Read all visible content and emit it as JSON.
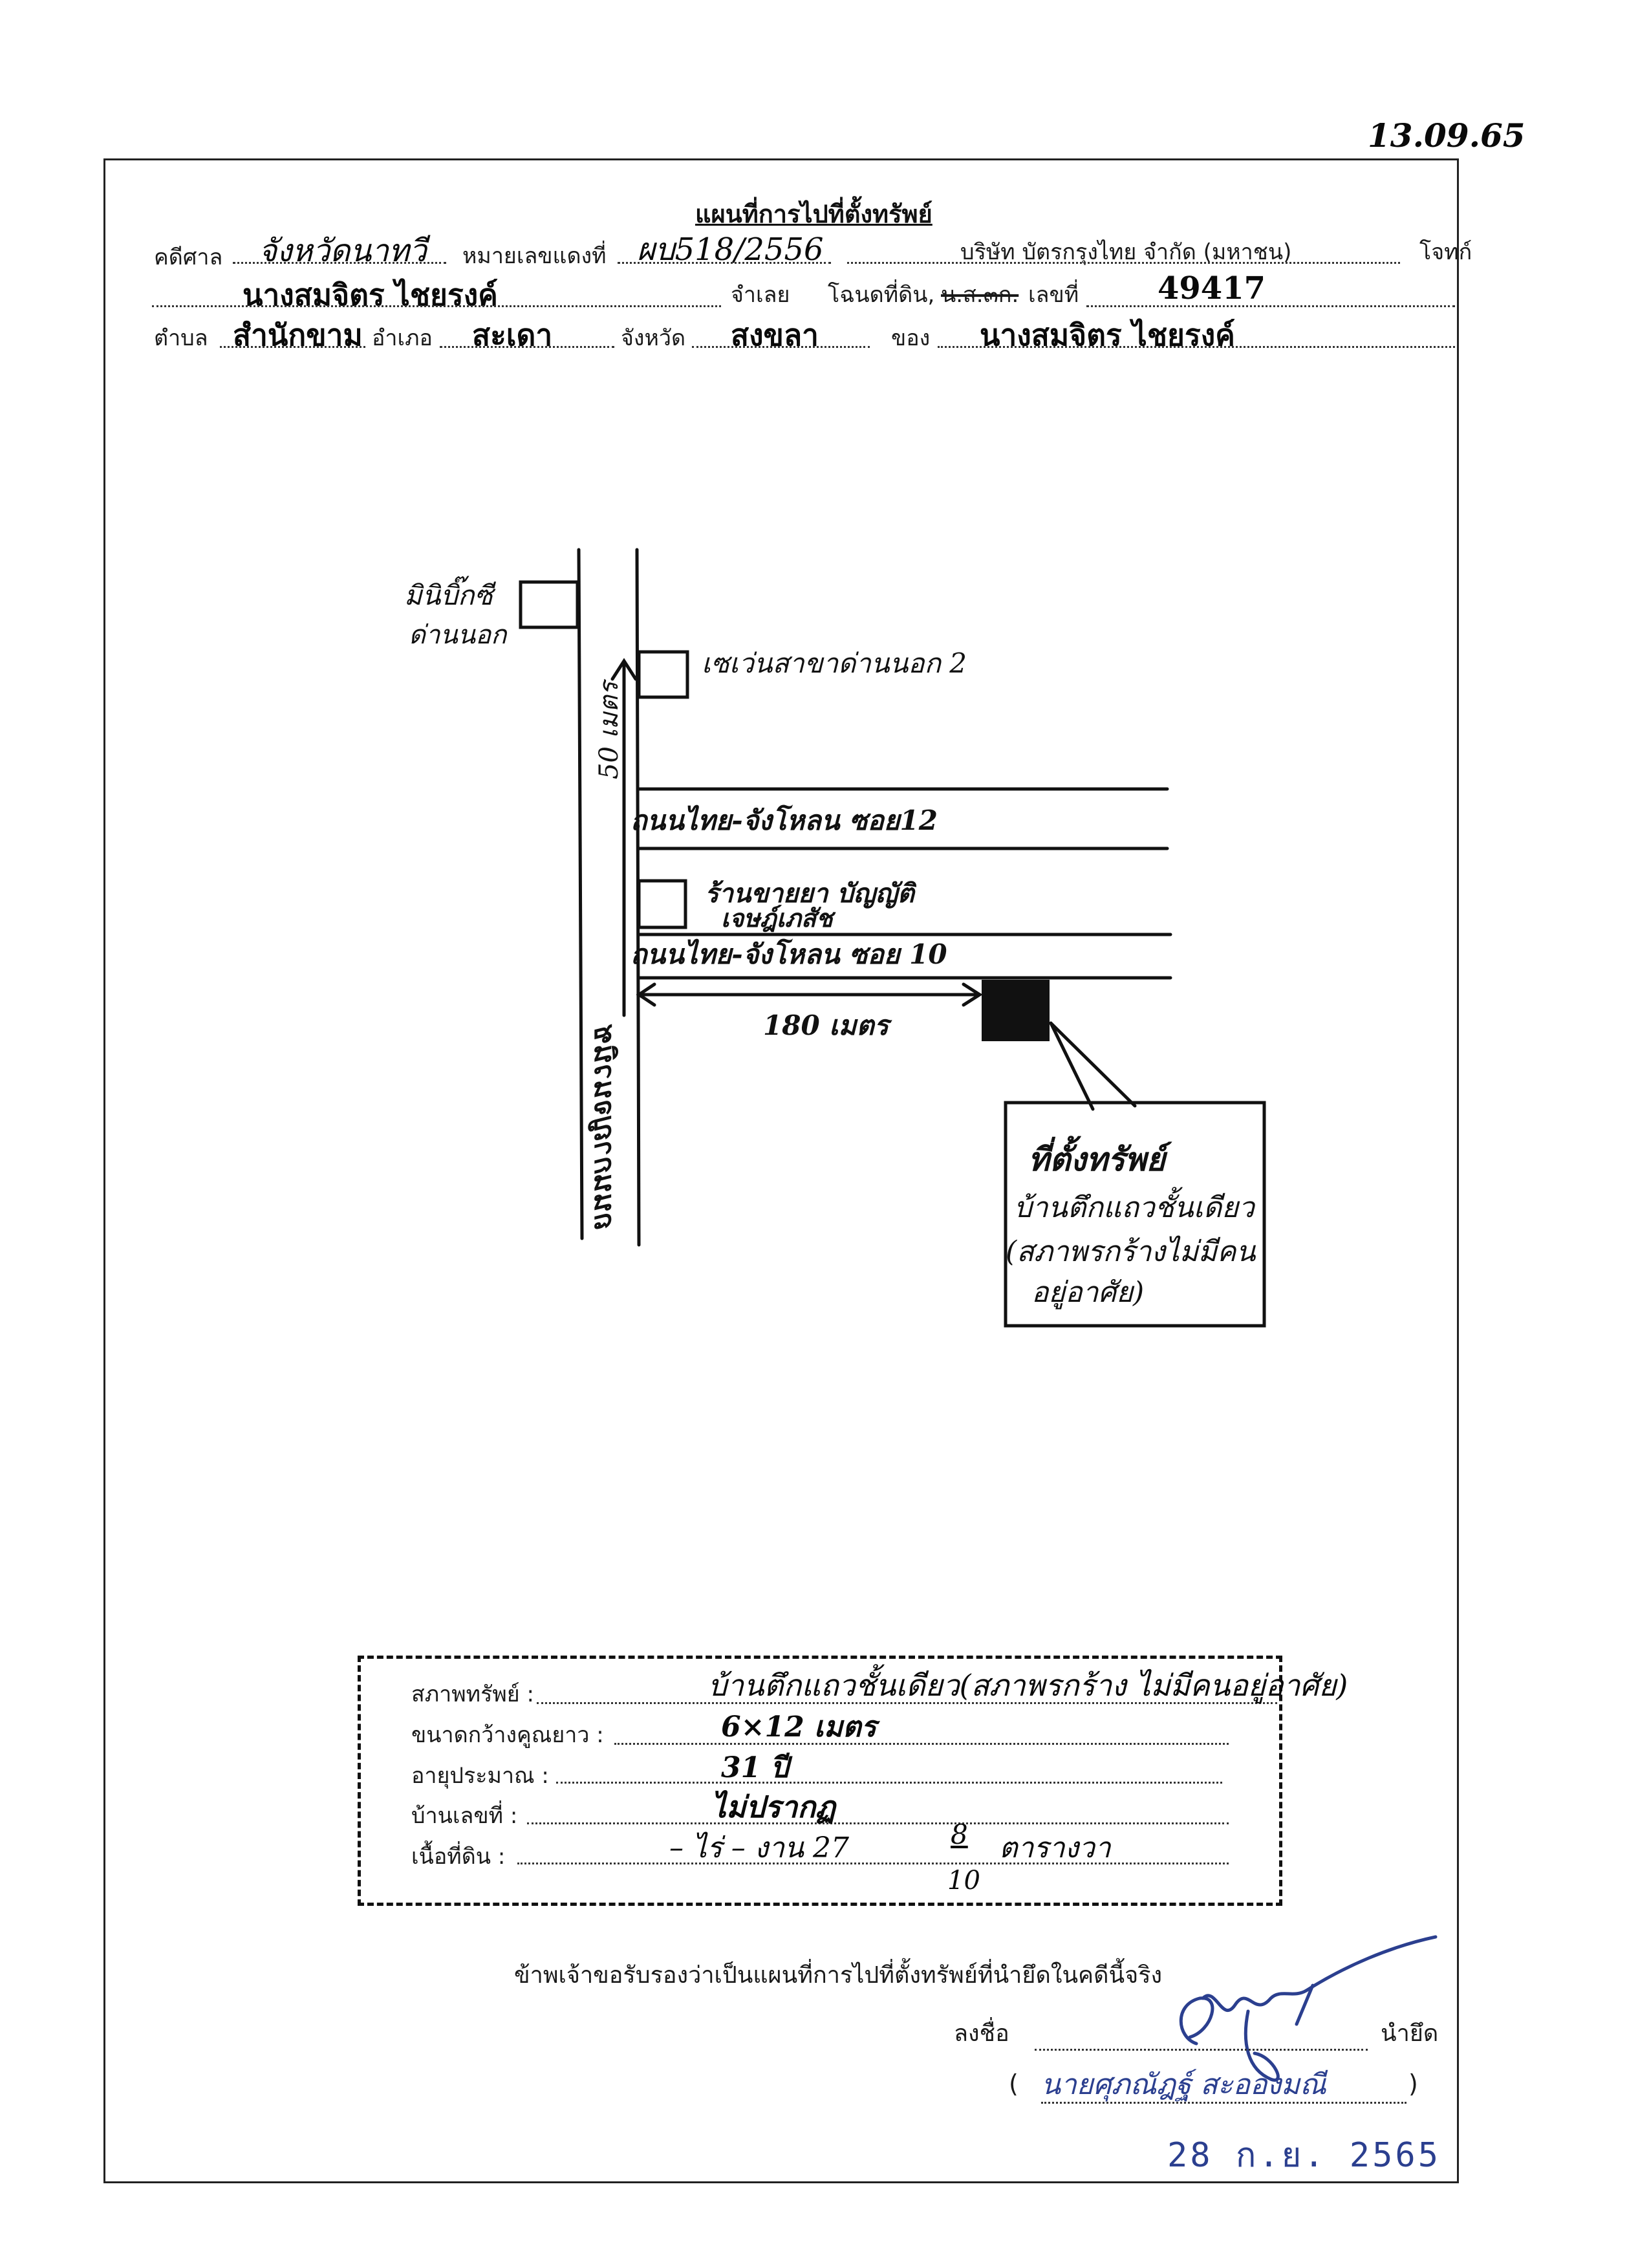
{
  "page_stamp": "13.09.65",
  "header": {
    "title": "แผนที่การไปที่ตั้งทรัพย์",
    "court_label": "คดีศาล",
    "court_value": "จังหวัดนาทวี",
    "red_case_label": "หมายเลขแดงที่",
    "red_case_value": "ผบ518/2556",
    "plaintiff_name": "บริษัท บัตรกรุงไทย จำกัด (มหาชน)",
    "plaintiff_label": "โจทก์",
    "defendant_name": "นางสมจิตร   ไชยรงค์",
    "defendant_label": "จำเลย",
    "deed_label": "โฉนดที่ดิน,",
    "deed_struck": "น.ส.๓ก.",
    "deed_no_label": "เลขที่",
    "deed_no_value": "49417",
    "subdistrict_label": "ตำบล",
    "subdistrict_value": "สำนักขาม",
    "district_label": "อำเภอ",
    "district_value": "สะเดา",
    "province_label": "จังหวัด",
    "province_value": "สงขลา",
    "owner_label": "ของ",
    "owner_value": "นางสมจิตร   ไชยรงค์"
  },
  "map": {
    "minimart_label_1": "มินิบิ๊กซี",
    "minimart_label_2": "ด่านนอก",
    "seven_eleven_label": "เซเว่นสาขาด่านนอก 2",
    "main_road_label": "ถนนกาญจนวนิช",
    "distance_main": "50 เมตร",
    "road_soi12": "ถนนไทย-จังโหลน ซอย12",
    "pharmacy_line_1": "ร้านขายยา บัญญัติ",
    "pharmacy_line_2": "เจษฎ์เภสัช",
    "road_soi10": "ถนนไทย-จังโหลน ซอย 10",
    "distance_soi": "180 เมตร",
    "callout_title": "ที่ตั้งทรัพย์",
    "callout_line_1": "บ้านตึกแถวชั้นเดียว",
    "callout_line_2": "(สภาพรกร้างไม่มีคน",
    "callout_line_3": "อยู่อาศัย)"
  },
  "details": {
    "condition_label": "สภาพทรัพย์ :",
    "condition_value": "บ้านตึกแถวชั้นเดียว(สภาพรกร้าง ไม่มีคนอยู่อาศัย)",
    "size_label": "ขนาดกว้างคูณยาว :",
    "size_value": "6×12  เมตร",
    "age_label": "อายุประมาณ :",
    "age_value": "31  ปี",
    "house_no_label": "บ้านเลขที่ :",
    "house_no_value": "ไม่ปรากฏ",
    "land_label": "เนื้อที่ดิน :",
    "land_value": "– ไร่  – งาน  27",
    "land_fraction_num": "8",
    "land_fraction_den": "10",
    "land_unit": "ตารางวา"
  },
  "certification": {
    "statement": "ข้าพเจ้าขอรับรองว่าเป็นแผนที่การไปที่ตั้งทรัพย์ที่นำยึดในคดีนี้จริง",
    "sign_label": "ลงชื่อ",
    "role_label": "นำยึด",
    "paren_open": "(",
    "signer_name": "นายศุภณัฎฐ์  สะอองมณี",
    "paren_close": ")",
    "date_stamp": "28 ก.ย. 2565"
  }
}
